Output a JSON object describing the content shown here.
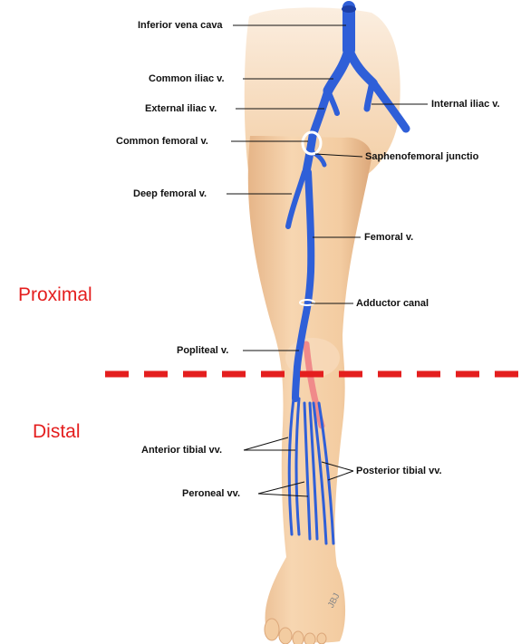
{
  "labels": {
    "inferior_vena_cava": "Inferior vena cava",
    "common_iliac": "Common iliac v.",
    "external_iliac": "External iliac v.",
    "internal_iliac": "Internal iliac v.",
    "common_femoral": "Common femoral v.",
    "saphenofemoral_junction": "Saphenofemoral junctio",
    "deep_femoral": "Deep femoral v.",
    "femoral": "Femoral v.",
    "adductor_canal": "Adductor canal",
    "popliteal": "Popliteal v.",
    "anterior_tibial": "Anterior tibial vv.",
    "posterior_tibial": "Posterior tibial vv.",
    "peroneal": "Peroneal vv."
  },
  "regions": {
    "proximal": "Proximal",
    "distal": "Distal"
  },
  "artist_signature": "JBJ",
  "colors": {
    "vein": "#2f5fd8",
    "vein_dark": "#1c3fa8",
    "skin": "#f4cfa5",
    "skin_shadow": "#e2b183",
    "artery": "#f08a8a",
    "divider": "#e41e1e",
    "region_text": "#e41e1e",
    "label_text": "#111111"
  },
  "divider_style": "dashed"
}
